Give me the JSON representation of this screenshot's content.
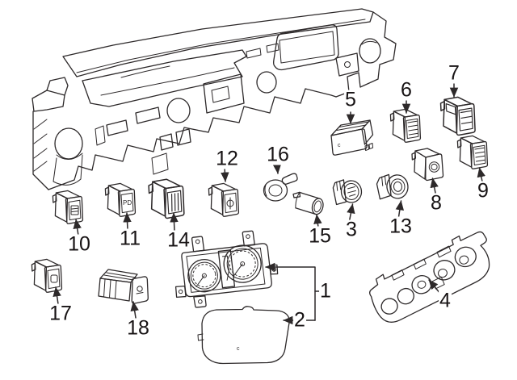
{
  "canvas": {
    "background": "#ffffff",
    "line_color": "#2d292a",
    "label_color": "#171314"
  },
  "callouts": [
    {
      "number": "1"
    },
    {
      "number": "2"
    },
    {
      "number": "3"
    },
    {
      "number": "4"
    },
    {
      "number": "5"
    },
    {
      "number": "6"
    },
    {
      "number": "7"
    },
    {
      "number": "8"
    },
    {
      "number": "9"
    },
    {
      "number": "10"
    },
    {
      "number": "11"
    },
    {
      "number": "12"
    },
    {
      "number": "13"
    },
    {
      "number": "14"
    },
    {
      "number": "15"
    },
    {
      "number": "16"
    },
    {
      "number": "17"
    },
    {
      "number": "18"
    }
  ],
  "markings": {
    "relay_block_5": "c",
    "switch_11": "PD",
    "lens_2": "c"
  }
}
